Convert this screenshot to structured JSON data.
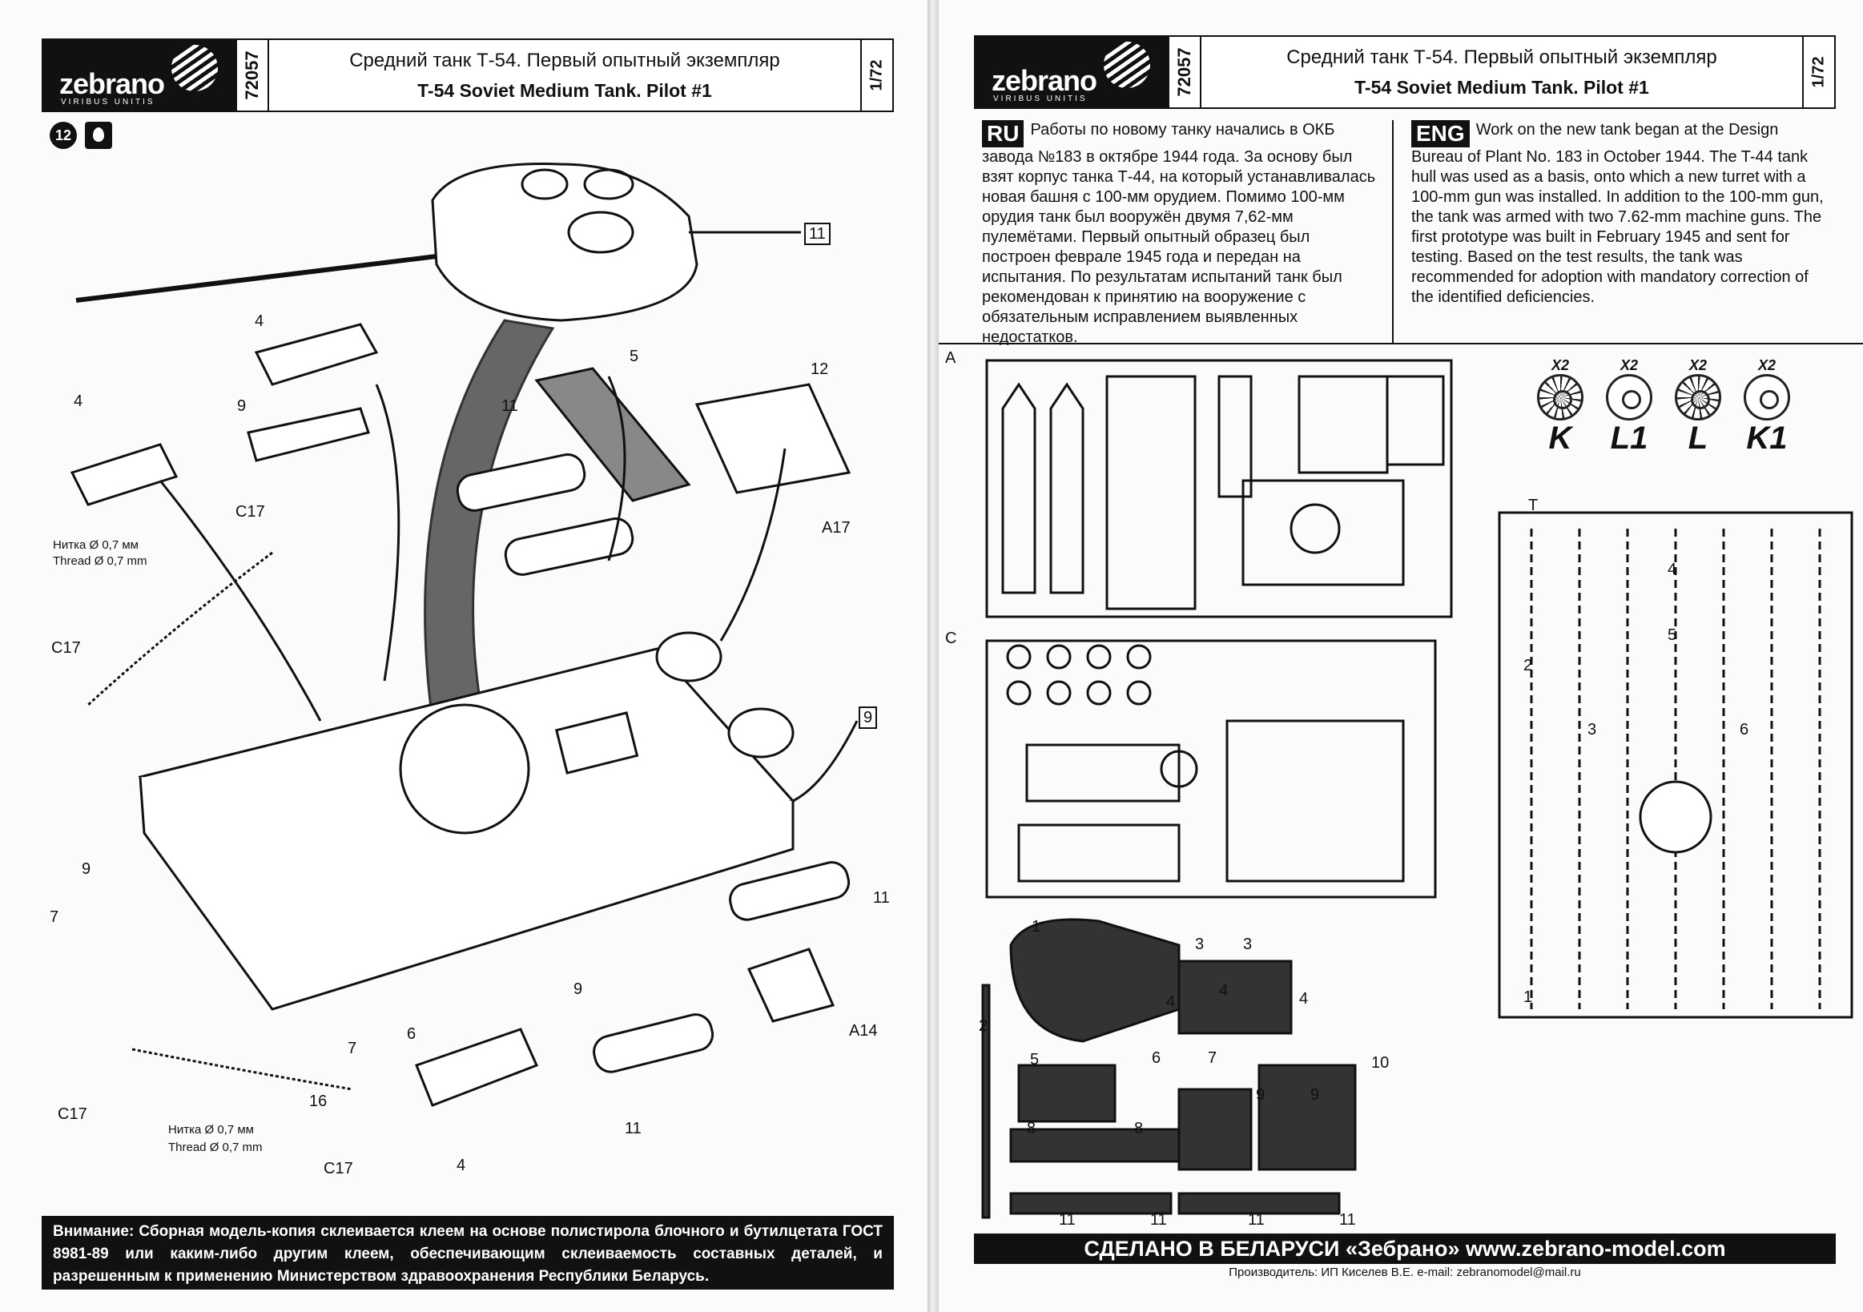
{
  "header": {
    "brand": "zebrano",
    "motto": "VIRIBUS UNITIS",
    "code": "72057",
    "title_ru": "Средний танк Т-54. Первый опытный экземпляр",
    "title_en": "T-54 Soviet Medium Tank. Pilot #1",
    "scale": "1/72"
  },
  "left_page": {
    "step_number": "12",
    "callouts": {
      "box11": "11",
      "box9": "9",
      "p4a": "4",
      "p4b": "4",
      "p9": "9",
      "p5": "5",
      "p11": "11",
      "p12": "12",
      "c17a": "C17",
      "c17b": "C17",
      "c17c": "C17",
      "c17d": "C17",
      "a17": "A17",
      "a14": "A14",
      "p7a": "7",
      "p7b": "7",
      "p9b": "9",
      "p9c": "9",
      "p6": "6",
      "p16": "16",
      "p11b": "11",
      "p11c": "11",
      "p4c": "4"
    },
    "thread_ru": "Нитка Ø 0,7 мм",
    "thread_en": "Thread Ø 0,7 mm",
    "warning": "Внимание: Сборная модель-копия склеивается клеем на основе полистирола блочного и бутилцетата ГОСТ 8981-89 или каким-либо другим клеем, обеспечивающим склеиваемость составных деталей, и разрешенным к применению Министерством здравоохранения Республики Беларусь."
  },
  "right_page": {
    "ru_tag": "RU",
    "ru_text": "Работы по новому танку начались в ОКБ завода №183 в октябре 1944 года. За основу был взят корпус танка Т-44, на который устанавливалась новая башня с 100-мм орудием. Помимо 100-мм орудия танк был вооружён двумя 7,62-мм пулемётами. Первый опытный образец был построен феврале 1945 года и передан на испытания. По результатам испытаний танк был рекомендован к принятию на вооружение с обязательным исправлением выявленных недостатков.",
    "en_tag": "ENG",
    "en_text": "Work on the new tank began at the Design Bureau of Plant No. 183 in October 1944. The T-44 tank hull was used as a basis, onto which a new turret with a 100-mm gun was installed. In addition to the 100-mm gun, the tank was armed with two 7.62-mm machine guns. The first prototype was built in February 1945 and sent for testing. Based on the test results, the tank was recommended for adoption with mandatory correction of the identified deficiencies.",
    "sprue_a": "A",
    "sprue_c": "C",
    "sprue_t": "T",
    "wheels": [
      {
        "mult": "X2",
        "label": "K",
        "style": "spoke"
      },
      {
        "mult": "X2",
        "label": "L1",
        "style": "holes"
      },
      {
        "mult": "X2",
        "label": "L",
        "style": "spoke"
      },
      {
        "mult": "X2",
        "label": "K1",
        "style": "holes"
      }
    ],
    "track_numbers": [
      "1",
      "2",
      "3",
      "4",
      "5",
      "6"
    ],
    "resin_labels": {
      "r1": "1",
      "r2": "2",
      "r3a": "3",
      "r3b": "3",
      "r4a": "4",
      "r4b": "4",
      "r4c": "4",
      "r5": "5",
      "r6": "6",
      "r7": "7",
      "r8a": "8",
      "r8b": "8",
      "r9a": "9",
      "r9b": "9",
      "r10": "10",
      "r11a": "11",
      "r11b": "11",
      "r11c": "11",
      "r11d": "11"
    },
    "footer": "СДЕЛАНО В БЕЛАРУСИ «Зебрано» www.zebrano-model.com",
    "maker": "Производитель: ИП Киселев В.Е. e-mail: zebranomodel@mail.ru"
  }
}
